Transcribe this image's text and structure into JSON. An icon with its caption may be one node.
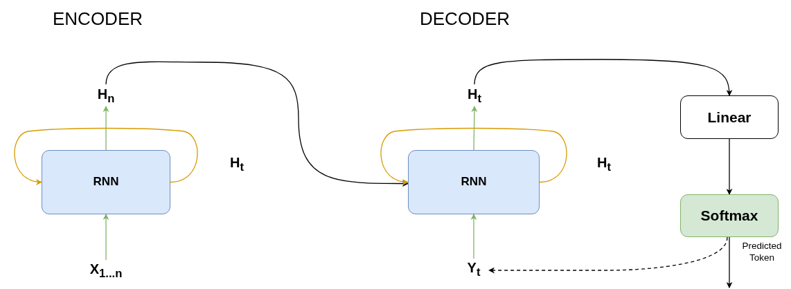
{
  "diagram": {
    "nodes": [
      {
        "text": [
          "RNN"
        ]
      },
      {
        "text": [
          "H$_{n}$"
        ]
      },
      {
        "text": [
          "X$_{1...n}$"
        ]
      },
      {
        "text": [
          "RNN"
        ]
      },
      {
        "text": [
          "H$_{t}$"
        ]
      },
      {
        "text": [
          "Y$_{t}$"
        ]
      },
      {
        "text": [
          "Linear"
        ]
      },
      {
        "text": [
          "Softmax"
        ]
      }
    ],
    "edges": [
      {
        "from": 2,
        "to": 0,
        "arrow": "to",
        "color": "#82b366"
      },
      {
        "from": 0,
        "to": 1,
        "arrow": "to",
        "color": "#82b366"
      },
      {
        "from": 0,
        "to": 0,
        "arrow": "to",
        "color": "#d79b00"
      },
      {
        "from": 1,
        "to": 3,
        "arrow": "to"
      },
      {
        "from": 3,
        "to": 3,
        "arrow": "to",
        "color": "#d79b00"
      },
      {
        "from": 5,
        "to": 3,
        "arrow": "to",
        "color": "#82b366"
      },
      {
        "from": 3,
        "to": 4,
        "arrow": "to",
        "color": "#82b366"
      },
      {
        "from": 4,
        "to": 6,
        "arrow": "to"
      },
      {
        "from": 6,
        "to": 7,
        "arrow": "to"
      },
      {
        "from": 7,
        "to": null,
        "arrow": "to",
        "label": "Predicted Token"
      },
      {
        "from": 7,
        "to": 5,
        "arrow": "to",
        "style": "dashed"
      }
    ],
    "labels": [
      "ENCODER",
      "DECODER",
      "H$_{t}$",
      "H$_{t}$"
    ]
  }
}
